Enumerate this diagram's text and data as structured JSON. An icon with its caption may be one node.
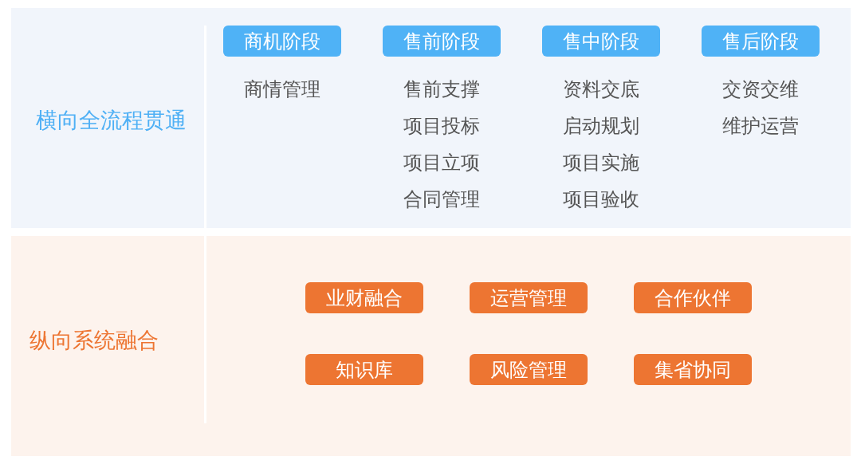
{
  "diagram": {
    "nodes": [
      {
        "text": [
          "横向全流程贯通"
        ]
      },
      {
        "text": [
          "商机阶段"
        ],
        "in": 0,
        "beside": [
          "商情管理"
        ]
      },
      {
        "text": [
          "售前阶段"
        ],
        "in": 0,
        "beside": [
          "售前支撑",
          "项目投标",
          "项目立项",
          "合同管理"
        ]
      },
      {
        "text": [
          "售中阶段"
        ],
        "in": 0,
        "beside": [
          "资料交底",
          "启动规划",
          "项目实施",
          "项目验收"
        ]
      },
      {
        "text": [
          "售后阶段"
        ],
        "in": 0,
        "beside": [
          "交资交维",
          "维护运营"
        ]
      },
      {
        "text": [
          "纵向系统融合"
        ]
      },
      {
        "text": [
          "业财融合"
        ],
        "in": 5
      },
      {
        "text": [
          "运营管理"
        ],
        "in": 5
      },
      {
        "text": [
          "合作伙伴"
        ],
        "in": 5
      },
      {
        "text": [
          "知识库"
        ],
        "in": 5
      },
      {
        "text": [
          "风险管理"
        ],
        "in": 5
      },
      {
        "text": [
          "集省协同"
        ],
        "in": 5
      }
    ]
  }
}
